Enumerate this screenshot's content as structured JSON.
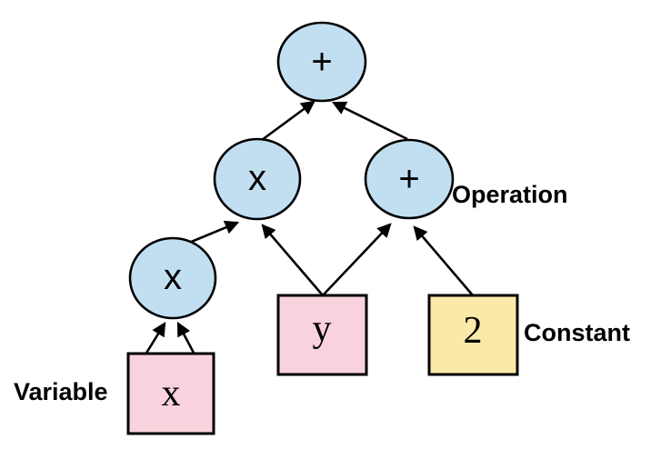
{
  "diagram": {
    "nodes": {
      "root_plus": {
        "symbol": "+",
        "kind": "Operation"
      },
      "mul_upper": {
        "symbol": "x",
        "kind": "Operation"
      },
      "add_right": {
        "symbol": "+",
        "kind": "Operation"
      },
      "mul_lower": {
        "symbol": "x",
        "kind": "Operation"
      },
      "var_x": {
        "symbol": "x",
        "kind": "Variable"
      },
      "var_y": {
        "symbol": "y",
        "kind": "Variable"
      },
      "const_2": {
        "symbol": "2",
        "kind": "Constant"
      }
    },
    "edges": [
      {
        "from": "var_x",
        "to": "mul_lower"
      },
      {
        "from": "var_x",
        "to": "mul_lower"
      },
      {
        "from": "mul_lower",
        "to": "mul_upper"
      },
      {
        "from": "var_y",
        "to": "mul_upper"
      },
      {
        "from": "var_y",
        "to": "add_right"
      },
      {
        "from": "const_2",
        "to": "add_right"
      },
      {
        "from": "mul_upper",
        "to": "root_plus"
      },
      {
        "from": "add_right",
        "to": "root_plus"
      }
    ],
    "annotations": {
      "variable": "Variable",
      "operation": "Operation",
      "constant": "Constant"
    },
    "colors": {
      "operation_fill": "#c2dff2",
      "variable_fill": "#f8d2dc",
      "constant_fill": "#fbe9a9",
      "stroke": "#000000",
      "text": "#000000",
      "background": "#ffffff"
    }
  }
}
